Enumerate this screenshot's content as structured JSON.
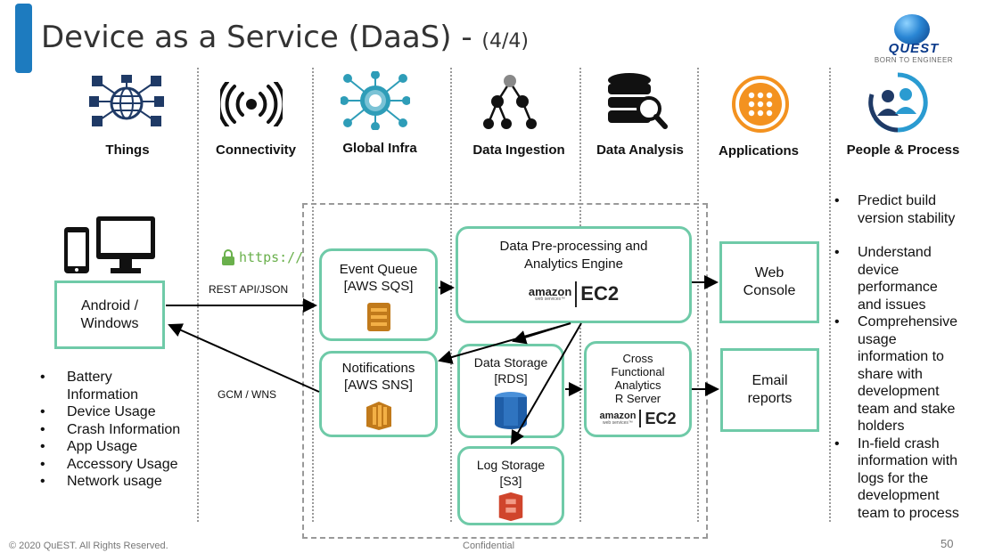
{
  "slide": {
    "title": "Device as a Service (DaaS) - ",
    "title_suffix": "(4/4)",
    "logo_text": "QUEST",
    "logo_tagline": "BORN TO ENGINEER",
    "footer_left": "© 2020 QuEST. All Rights Reserved.",
    "footer_center": "Confidential",
    "page_number": "50",
    "accent_color": "#1d7bbf",
    "box_border_color": "#6fcaa8"
  },
  "columns": [
    {
      "label": "Things",
      "icon": "network-globe-icon"
    },
    {
      "label": "Connectivity",
      "icon": "wireless-signal-icon"
    },
    {
      "label": "Global Infra",
      "icon": "gear-network-icon"
    },
    {
      "label": "Data Ingestion",
      "icon": "hierarchy-tree-icon"
    },
    {
      "label": "Data Analysis",
      "icon": "database-search-icon"
    },
    {
      "label": "Applications",
      "icon": "app-grid-icon"
    },
    {
      "label": "People & Process",
      "icon": "people-cycle-icon"
    }
  ],
  "diagram": {
    "device": "Android /\nWindows",
    "https_label": "https://",
    "rest_label": "REST API/JSON",
    "gcm_label": "GCM / WNS",
    "event_queue": "Event Queue\n[AWS SQS]",
    "notifications": "Notifications\n[AWS SNS]",
    "engine": "Data Pre-processing and\nAnalytics Engine",
    "data_storage": "Data Storage\n[RDS]",
    "log_storage": "Log Storage\n[S3]",
    "cross_functional": "Cross\nFunctional\nAnalytics\nR Server",
    "web_console": "Web\nConsole",
    "email_reports": "Email\nreports",
    "amazon_label": "amazon",
    "webservices_label": "web services™",
    "ec2_label": "EC2"
  },
  "things_bullets": [
    "Battery\nInformation",
    "Device Usage",
    "Crash Information",
    "App Usage",
    "Accessory Usage",
    "Network usage"
  ],
  "people_bullets": [
    "Predict build\nversion stability",
    "Understand\ndevice\nperformance\nand issues",
    "Comprehensive\nusage\ninformation to\nshare with\ndevelopment\nteam and stake\nholders",
    "In-field crash\ninformation with\nlogs for the\ndevelopment\nteam to process"
  ]
}
